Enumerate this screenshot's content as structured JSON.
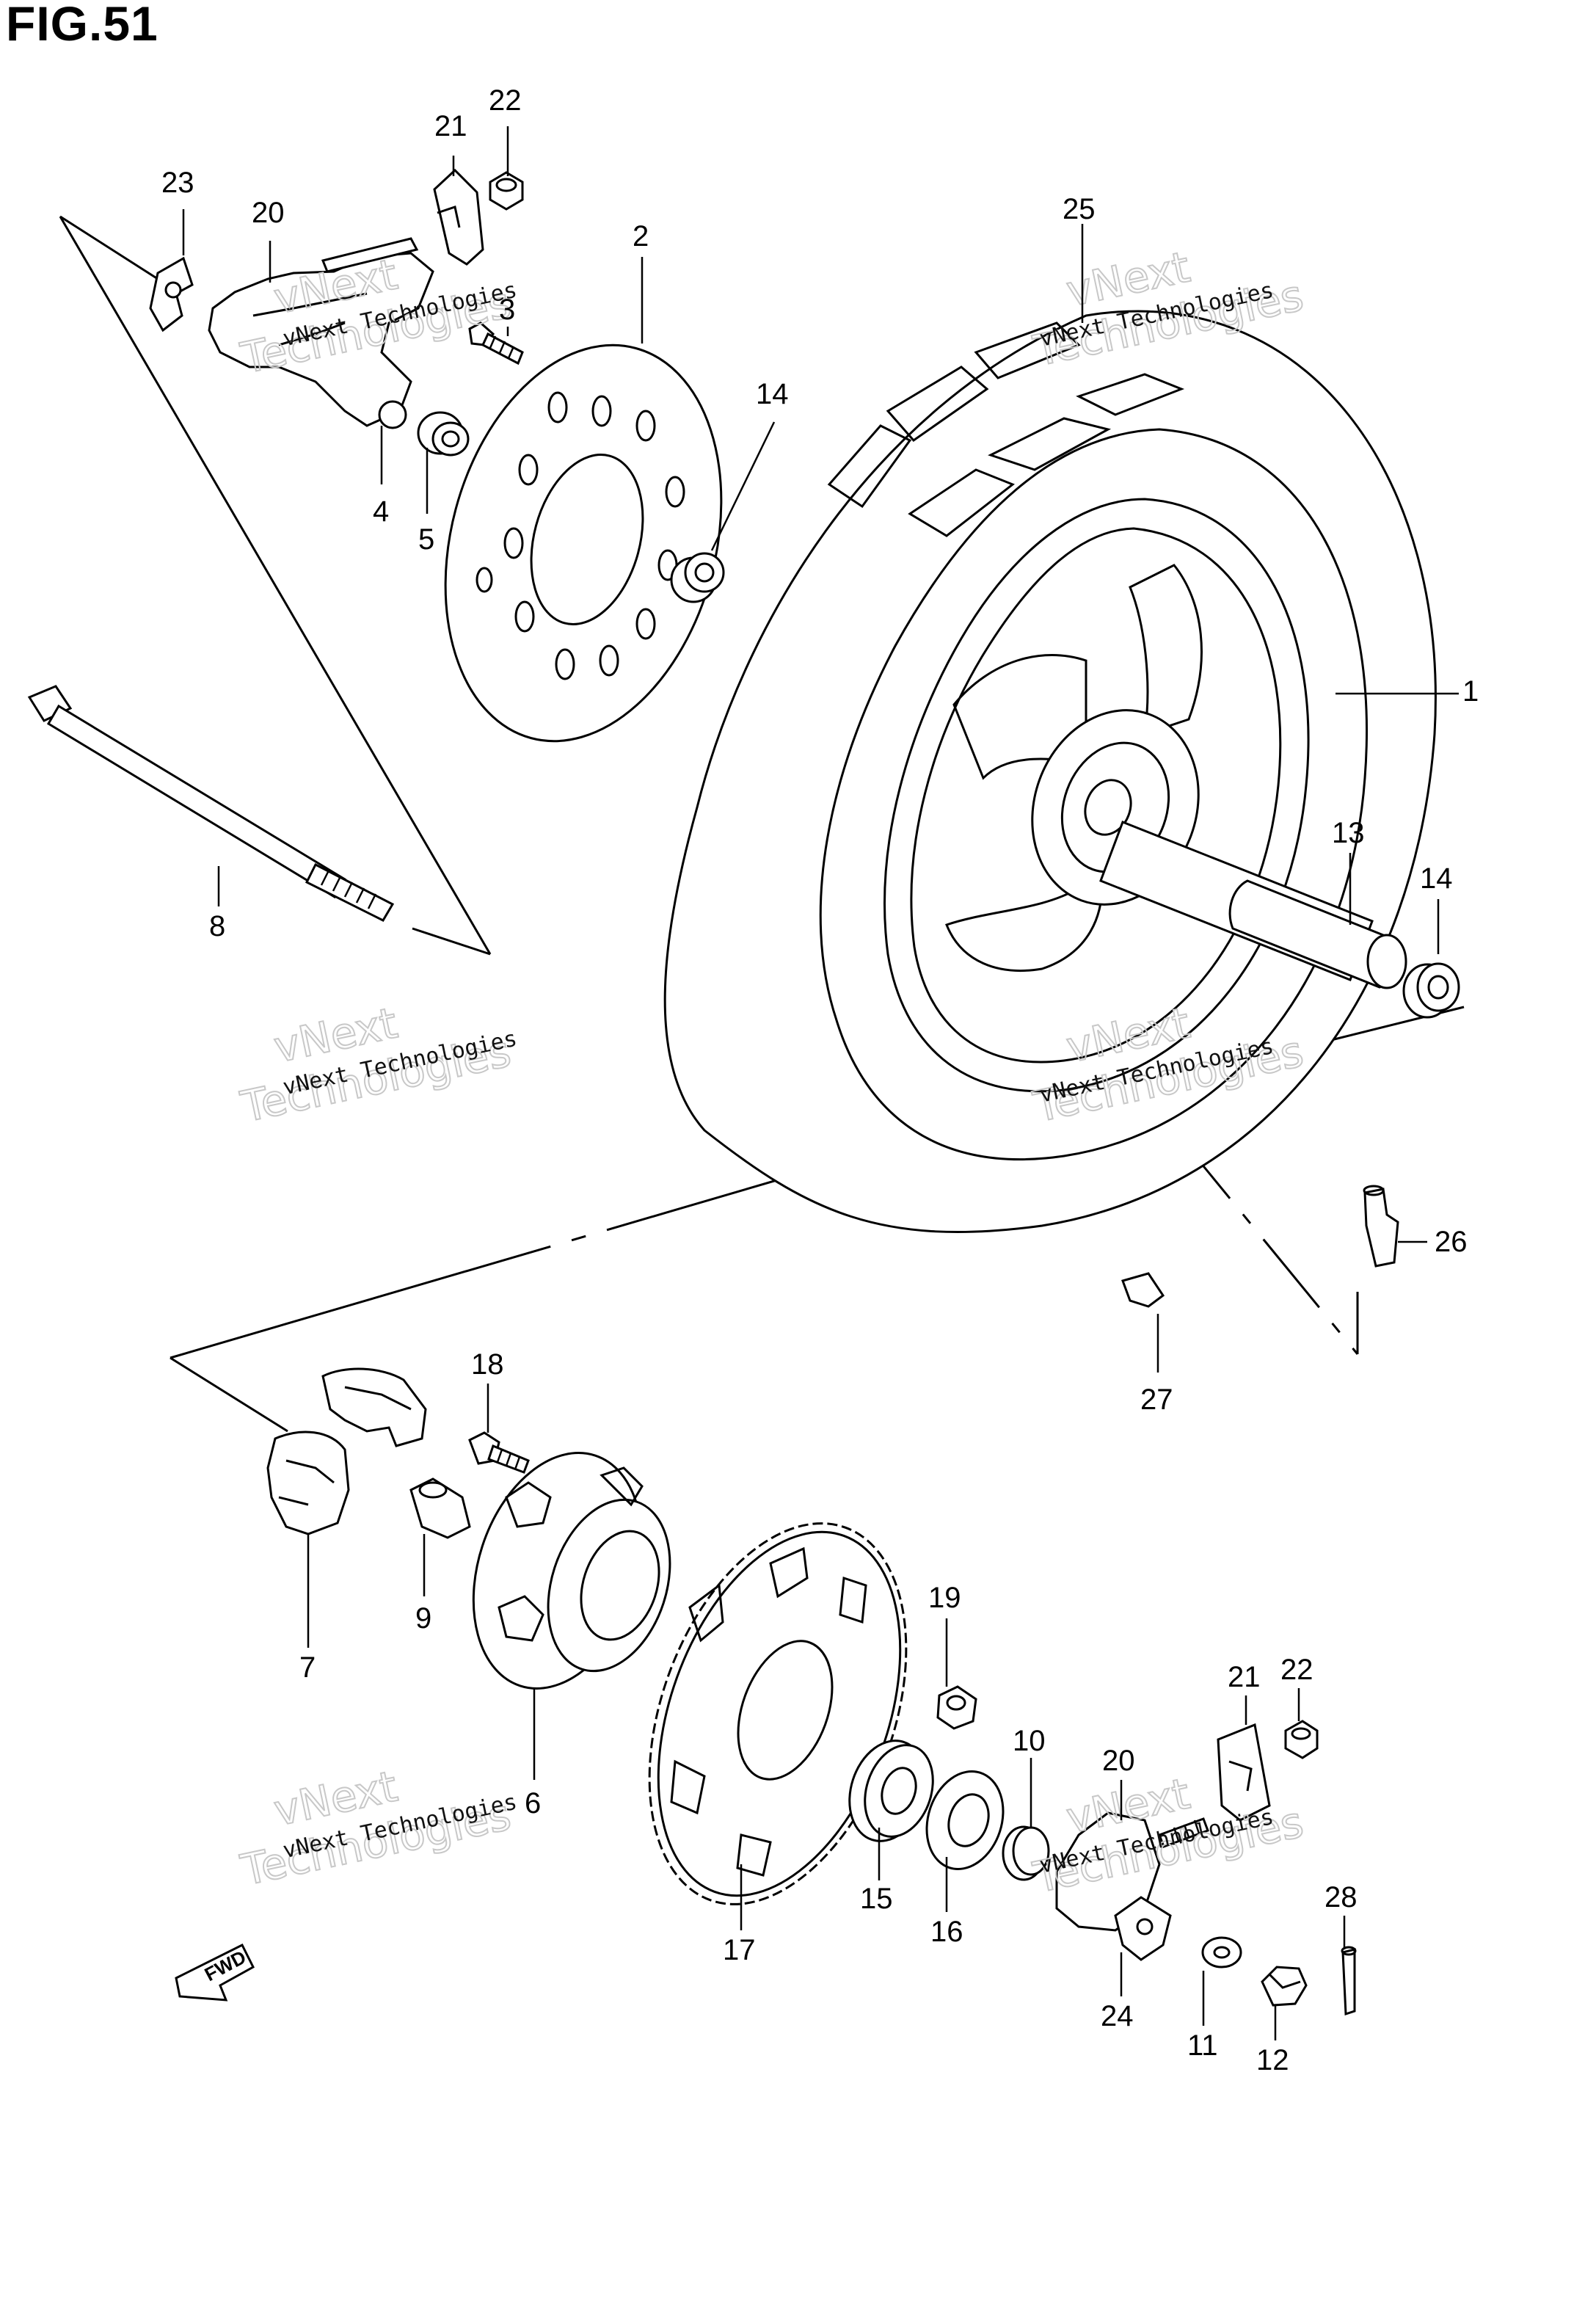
{
  "figure": {
    "title": "FIG.51"
  },
  "callouts": {
    "c1": "1",
    "c2": "2",
    "c3": "3",
    "c4": "4",
    "c5": "5",
    "c6": "6",
    "c7": "7",
    "c8": "8",
    "c9": "9",
    "c10": "10",
    "c11": "11",
    "c12": "12",
    "c13": "13",
    "c14a": "14",
    "c14b": "14",
    "c15": "15",
    "c16": "16",
    "c17": "17",
    "c18": "18",
    "c19": "19",
    "c20a": "20",
    "c20b": "20",
    "c21a": "21",
    "c21b": "21",
    "c22a": "22",
    "c22b": "22",
    "c23": "23",
    "c24": "24",
    "c25": "25",
    "c26": "26",
    "c27": "27",
    "c28": "28"
  },
  "direction_marker": {
    "label": "FWD"
  },
  "watermark": {
    "line1": "vNext Technologies",
    "line2": "vNext",
    "line3": "Technologies"
  }
}
